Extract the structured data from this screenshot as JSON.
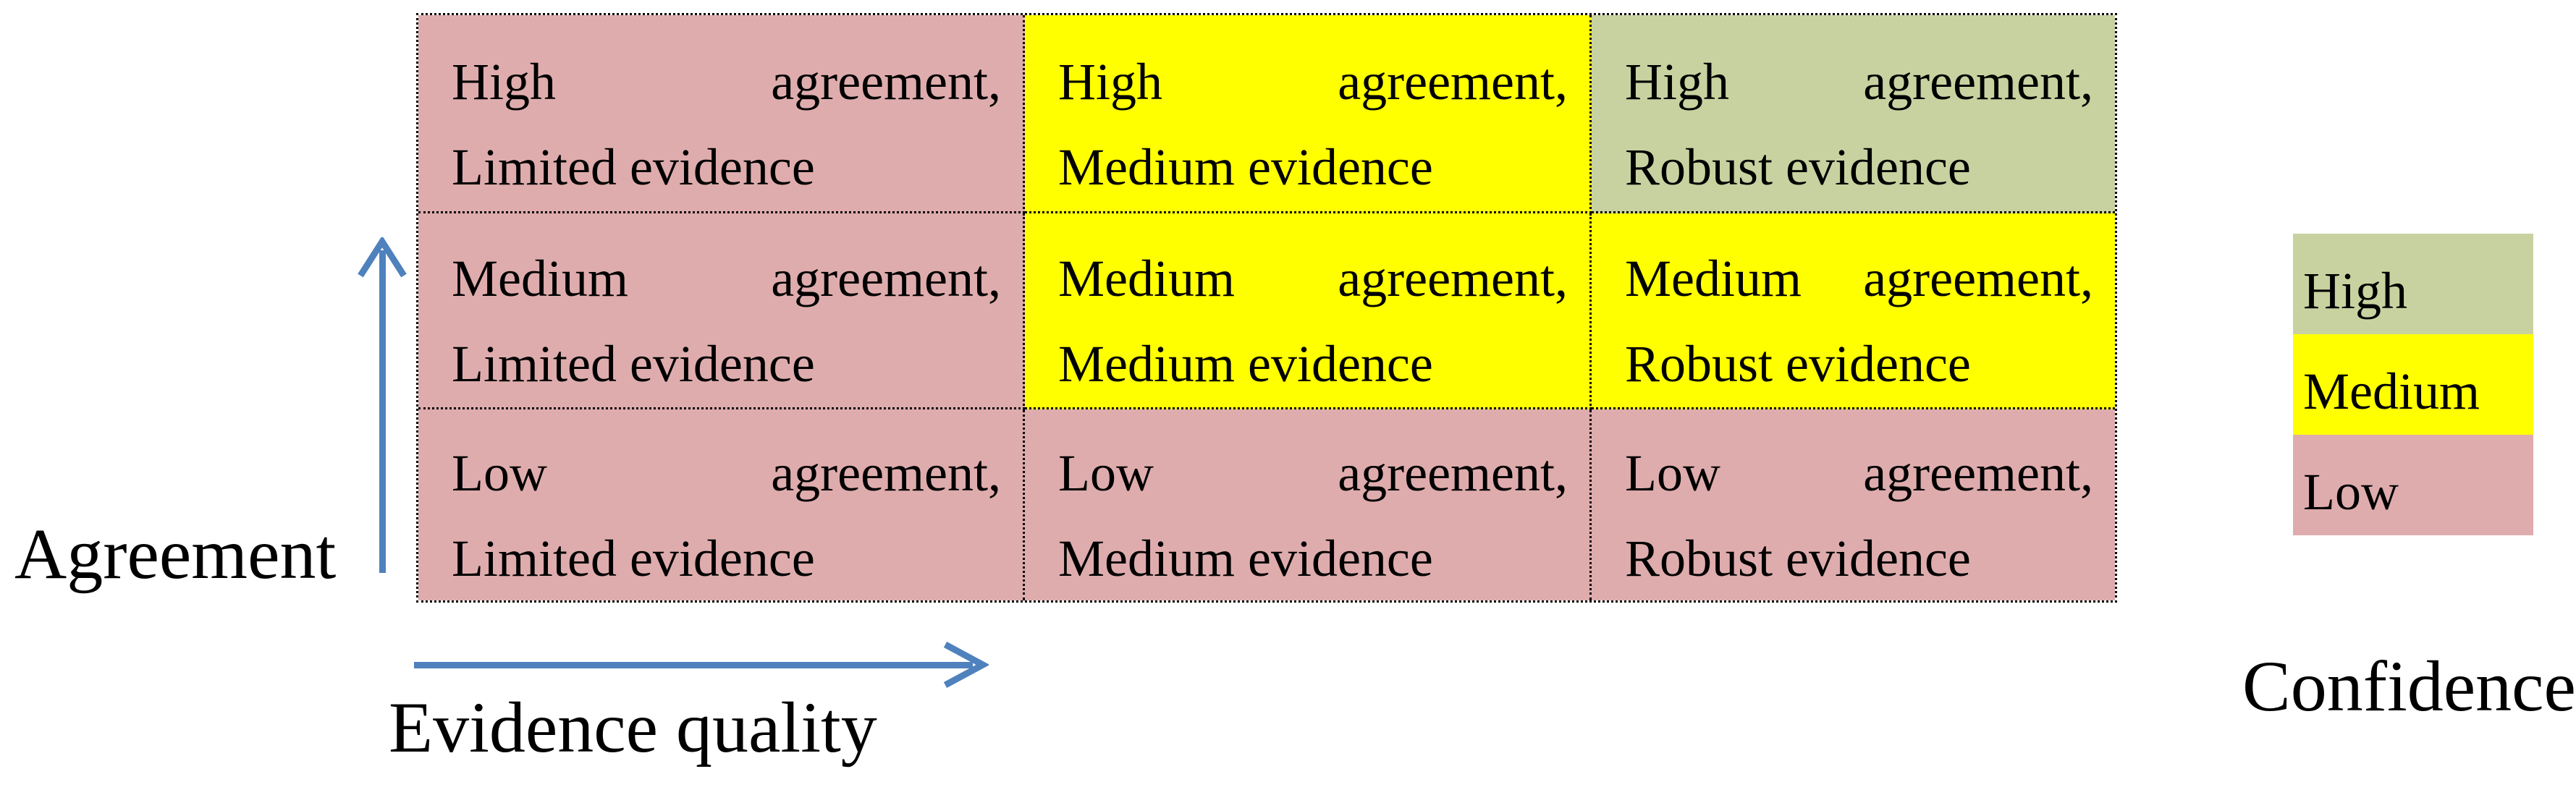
{
  "colors": {
    "pink": "#DFACAD",
    "yellow": "#FFFF00",
    "green": "#C8D2A0",
    "arrow": "#4F81BD",
    "border": "#000000",
    "text": "#000000"
  },
  "axes": {
    "y_label": "Agreement",
    "x_label": "Evidence quality"
  },
  "matrix": {
    "cells": [
      {
        "l1a": "High",
        "l1b": "agreement,",
        "l2": "Limited evidence",
        "color": "#DFACAD"
      },
      {
        "l1a": "High",
        "l1b": "agreement,",
        "l2": "Medium evidence",
        "color": "#FFFF00"
      },
      {
        "l1a": "High",
        "l1b": "agreement,",
        "l2": "Robust evidence",
        "color": "#C8D2A0"
      },
      {
        "l1a": "Medium",
        "l1b": "agreement,",
        "l2": "Limited evidence",
        "color": "#DFACAD"
      },
      {
        "l1a": "Medium",
        "l1b": "agreement,",
        "l2": "Medium evidence",
        "color": "#FFFF00"
      },
      {
        "l1a": "Medium",
        "l1b": "agreement,",
        "l2": "Robust evidence",
        "color": "#FFFF00"
      },
      {
        "l1a": "Low",
        "l1b": "agreement,",
        "l2": "Limited evidence",
        "color": "#DFACAD"
      },
      {
        "l1a": "Low",
        "l1b": "agreement,",
        "l2": "Medium evidence",
        "color": "#DFACAD"
      },
      {
        "l1a": "Low",
        "l1b": "agreement,",
        "l2": "Robust evidence",
        "color": "#DFACAD"
      }
    ]
  },
  "legend": {
    "title": "Confidence",
    "items": [
      {
        "label": "High",
        "color": "#C8D2A0"
      },
      {
        "label": "Medium",
        "color": "#FFFF00"
      },
      {
        "label": "Low",
        "color": "#DFACAD"
      }
    ]
  }
}
